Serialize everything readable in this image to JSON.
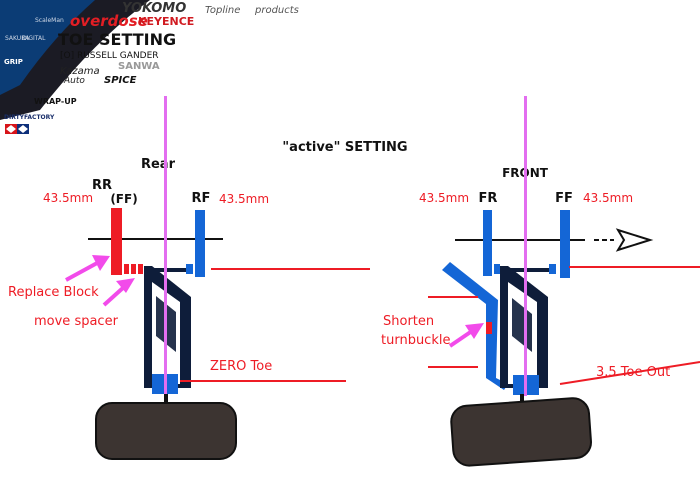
{
  "header": {
    "title": "TOE SETTING",
    "credit": "[O] RUSSELL GANDER",
    "sponsors": [
      "overdose",
      "KEYENCE",
      "YOKOMO",
      "Topline",
      "products",
      "SANWA",
      "Kazama",
      "Auto",
      "SPICE",
      "WRAP-UP",
      "GRIP",
      "DIGITAL",
      "SAKURA",
      "ScaleMan",
      "DIRTYFACTORY",
      "TAMIYA"
    ]
  },
  "diagram": {
    "center_title": "\"active\" SETTING",
    "rear": {
      "label": "Rear",
      "rr_label": "RR",
      "ff_label": "(FF)",
      "rf_label": "RF",
      "rr_measure": "43.5mm",
      "rf_measure": "43.5mm",
      "replace_block": "Replace Block",
      "move_spacer": "move spacer",
      "zero_toe": "ZERO Toe"
    },
    "front": {
      "label": "FRONT",
      "fr_label": "FR",
      "ff_label": "FF",
      "fr_measure": "43.5mm",
      "ff_measure": "43.5mm",
      "shorten": "Shorten",
      "turnbuckle": "turnbuckle",
      "toe_out": "3.5 Toe Out"
    }
  },
  "colors": {
    "red": "#ee1c25",
    "blue": "#1466d6",
    "pink": "#f24bea",
    "magenta_line": "#e36ef0",
    "navy": "#0e1d3a",
    "tire": "#3c3431"
  }
}
